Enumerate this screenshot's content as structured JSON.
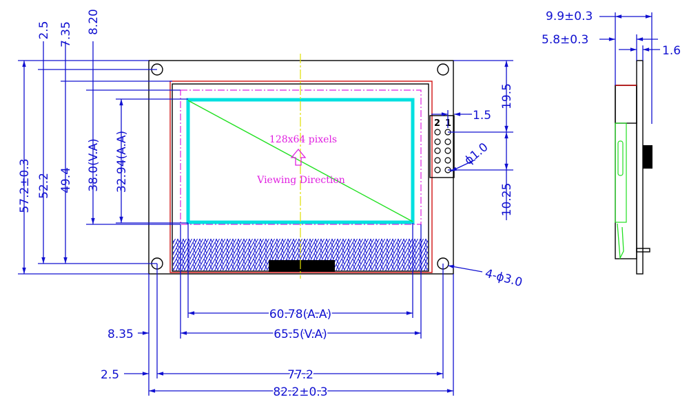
{
  "drawing": {
    "display_label": "128x64 pixels",
    "direction_label": "Viewing Direction",
    "pin_labels": [
      "2",
      "1"
    ],
    "dimensions": {
      "height_total": "57.2±0.3",
      "hole_pitch_v": "52.2",
      "height_49": "49.4",
      "va_height": "38.0(V.A)",
      "aa_height": "32.94(A.A)",
      "top_2_5": "2.5",
      "top_7_35": "7.35",
      "top_8_20": "8.20",
      "aa_width": "60.78(A.A)",
      "va_width": "65.5(V.A)",
      "left_8_35": "8.35",
      "hole_pitch_h": "77.2",
      "left_2_5": "2.5",
      "width_total": "82.2±0.3",
      "pin_1_5": "1.5",
      "pin_19_5": "19.5",
      "pin_10_25": "10.25",
      "pin_dia": "ϕ1.0",
      "holes": "4-ϕ3.0",
      "side_9_9": "9.9±0.3",
      "side_5_8": "5.8±0.3",
      "side_1_6": "1.6"
    }
  },
  "colors": {
    "dimension": "#1010d0",
    "aa": "#00e0e0",
    "va": "#e020e0",
    "diagonal": "#20e020",
    "center": "#e0e000",
    "outline": "#d01010"
  }
}
